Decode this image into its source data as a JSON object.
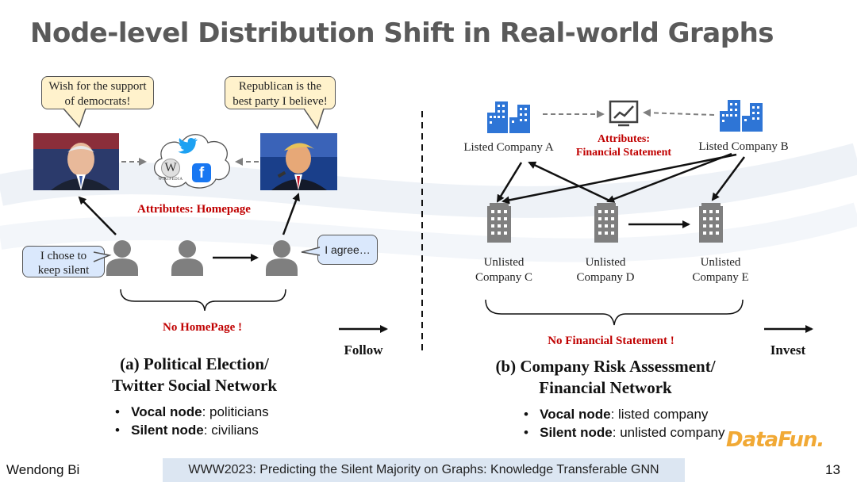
{
  "title": "Node-level Distribution Shift in Real-world Graphs",
  "left": {
    "bubble_democrat": "Wish for the support of democrats!",
    "bubble_republican": "Republican is the best party I believe!",
    "platform_logo_text": "WIKIPEDIA",
    "attributes_label": "Attributes: Homepage",
    "bubble_silent": "I chose to keep silent",
    "bubble_agree": "I agree…",
    "no_homepage": "No HomePage !",
    "edge_label": "Follow",
    "caption_line1": "(a) Political Election/",
    "caption_line2": "Twitter Social Network",
    "bullets": [
      {
        "term": "Vocal node",
        "rest": ": politicians"
      },
      {
        "term": "Silent node",
        "rest": ": civilians"
      }
    ]
  },
  "right": {
    "company_a": "Listed Company A",
    "company_b": "Listed Company B",
    "attributes_line1": "Attributes:",
    "attributes_line2": "Financial Statement",
    "company_c_line1": "Unlisted",
    "company_c_line2": "Company C",
    "company_d_line1": "Unlisted",
    "company_d_line2": "Company D",
    "company_e_line1": "Unlisted",
    "company_e_line2": "Company E",
    "no_statement": "No Financial Statement !",
    "edge_label": "Invest",
    "caption_line1": "(b) Company Risk Assessment/",
    "caption_line2": "Financial Network",
    "bullets": [
      {
        "term": "Vocal node",
        "rest": ": listed company"
      },
      {
        "term": "Silent node",
        "rest": ": unlisted company"
      }
    ]
  },
  "footer": {
    "author": "Wendong Bi",
    "paper": "WWW2023: Predicting the Silent Majority on Graphs: Knowledge Transferable GNN",
    "page_number": "13",
    "watermark": "DataFun."
  },
  "colors": {
    "title": "#5a5a5a",
    "accent_red": "#c00000",
    "building_blue": "#2e75d6",
    "person_gray": "#7f7f7f",
    "footer_bar": "#dce6f2",
    "watermark": "#f0a020"
  },
  "icons": [
    "twitter-icon",
    "wikipedia-icon",
    "facebook-icon",
    "person-icon",
    "office-buildings-icon",
    "building-icon",
    "chart-icon"
  ]
}
